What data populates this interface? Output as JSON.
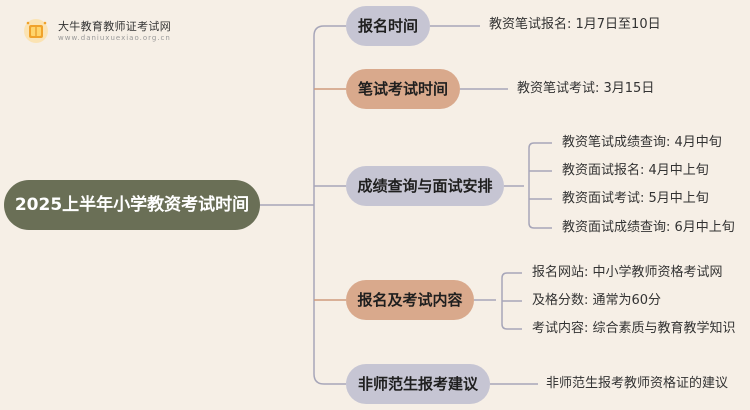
{
  "logo": {
    "title": "大牛教育教师证考试网",
    "url": "www.daniuxuexiao.org.cn",
    "icon": "book-icon"
  },
  "root": {
    "label": "2025上半年小学教资考试时间"
  },
  "branches": [
    {
      "label": "报名时间",
      "leaves": [
        "教资笔试报名: 1月7日至10日"
      ]
    },
    {
      "label": "笔试考试时间",
      "leaves": [
        "教资笔试考试: 3月15日"
      ]
    },
    {
      "label": "成绩查询与面试安排",
      "leaves": [
        "教资笔试成绩查询: 4月中旬",
        "教资面试报名: 4月中上旬",
        "教资面试考试: 5月中上旬",
        "教资面试成绩查询: 6月中上旬"
      ]
    },
    {
      "label": "报名及考试内容",
      "leaves": [
        "报名网站: 中小学教师资格考试网",
        "及格分数: 通常为60分",
        "考试内容: 综合素质与教育教学知识"
      ]
    },
    {
      "label": "非师范生报考建议",
      "leaves": [
        "非师范生报考教师资格证的建议"
      ]
    }
  ],
  "colors": {
    "background": "#f6efe6",
    "root": "#6a6f56",
    "branch_gray": "#c6c5d3",
    "branch_tan": "#d9a98c",
    "line_gray": "#a7a6b9",
    "line_tan": "#cf9c7d"
  }
}
